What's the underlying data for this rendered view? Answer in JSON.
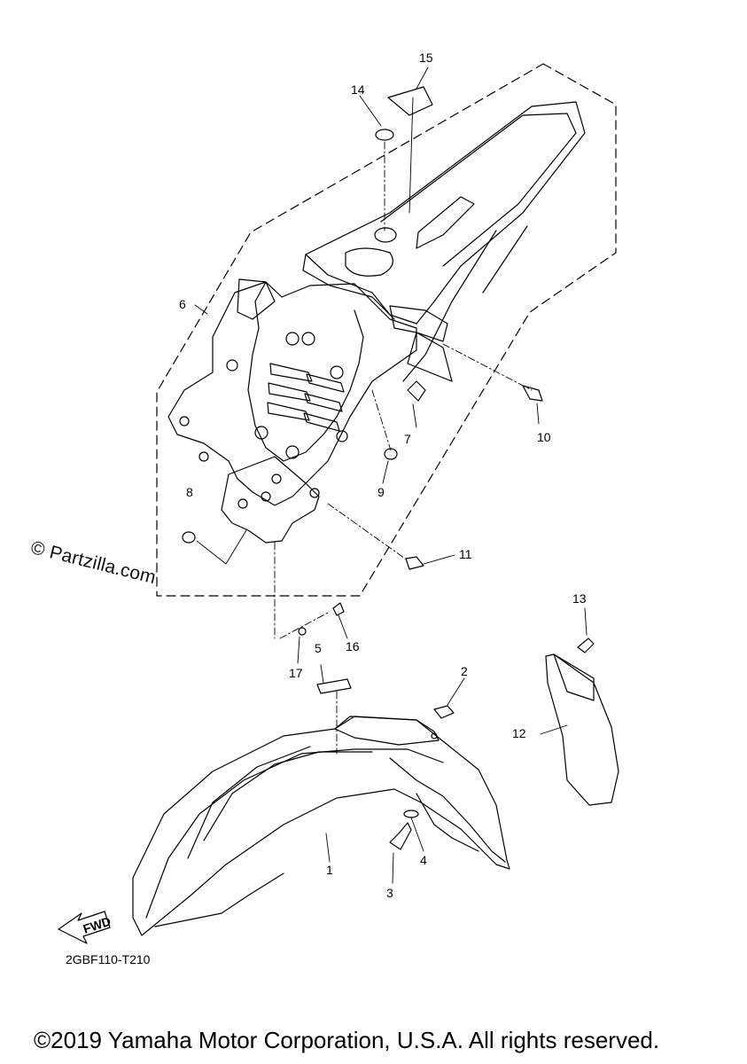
{
  "watermark": "© Partzilla.com",
  "diagram_code": "2GBF110-T210",
  "fwd_label": "FWD",
  "copyright": "©2019 Yamaha Motor Corporation, U.S.A. All rights reserved.",
  "callouts": [
    "1",
    "2",
    "3",
    "4",
    "5",
    "6",
    "7",
    "8",
    "9",
    "10",
    "11",
    "12",
    "13",
    "14",
    "15",
    "16",
    "17"
  ]
}
